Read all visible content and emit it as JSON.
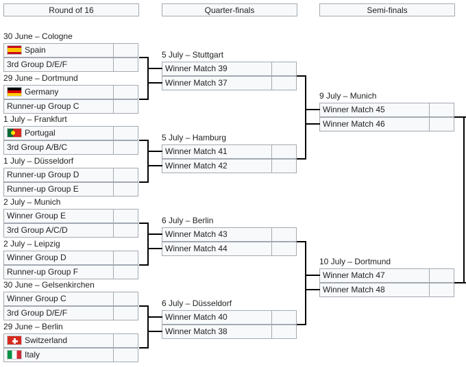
{
  "headers": {
    "r16": "Round of 16",
    "qf": "Quarter-finals",
    "sf": "Semi-finals"
  },
  "r16": [
    {
      "date": "30 June – Cologne",
      "teams": [
        {
          "name": "Spain",
          "flag": "spain-flag"
        },
        {
          "name": "3rd Group D/E/F"
        }
      ]
    },
    {
      "date": "29 June – Dortmund",
      "teams": [
        {
          "name": "Germany",
          "flag": "germany-flag"
        },
        {
          "name": "Runner-up Group C"
        }
      ]
    },
    {
      "date": "1 July – Frankfurt",
      "teams": [
        {
          "name": "Portugal",
          "flag": "portugal-flag"
        },
        {
          "name": "3rd Group A/B/C"
        }
      ]
    },
    {
      "date": "1 July – Düsseldorf",
      "teams": [
        {
          "name": "Runner-up Group D"
        },
        {
          "name": "Runner-up Group E"
        }
      ]
    },
    {
      "date": "2 July – Munich",
      "teams": [
        {
          "name": "Winner Group E"
        },
        {
          "name": "3rd Group A/C/D"
        }
      ]
    },
    {
      "date": "2 July – Leipzig",
      "teams": [
        {
          "name": "Winner Group D"
        },
        {
          "name": "Runner-up Group F"
        }
      ]
    },
    {
      "date": "30 June – Gelsenkirchen",
      "teams": [
        {
          "name": "Winner Group C"
        },
        {
          "name": "3rd Group D/E/F"
        }
      ]
    },
    {
      "date": "29 June – Berlin",
      "teams": [
        {
          "name": "Switzerland",
          "flag": "switzerland-flag"
        },
        {
          "name": "Italy",
          "flag": "italy-flag"
        }
      ]
    }
  ],
  "qf": [
    {
      "date": "5 July – Stuttgart",
      "teams": [
        {
          "name": "Winner Match 39"
        },
        {
          "name": "Winner Match 37"
        }
      ]
    },
    {
      "date": "5 July – Hamburg",
      "teams": [
        {
          "name": "Winner Match 41"
        },
        {
          "name": "Winner Match 42"
        }
      ]
    },
    {
      "date": "6 July – Berlin",
      "teams": [
        {
          "name": "Winner Match 43"
        },
        {
          "name": "Winner Match 44"
        }
      ]
    },
    {
      "date": "6 July – Düsseldorf",
      "teams": [
        {
          "name": "Winner Match 40"
        },
        {
          "name": "Winner Match 38"
        }
      ]
    }
  ],
  "sf": [
    {
      "date": "9 July – Munich",
      "teams": [
        {
          "name": "Winner Match 45"
        },
        {
          "name": "Winner Match 46"
        }
      ]
    },
    {
      "date": "10 July – Dortmund",
      "teams": [
        {
          "name": "Winner Match 47"
        },
        {
          "name": "Winner Match 48"
        }
      ]
    }
  ],
  "colors": {
    "cell_bg": "#f8f9fa",
    "border": "#a2a9b1",
    "connector": "#000000"
  }
}
